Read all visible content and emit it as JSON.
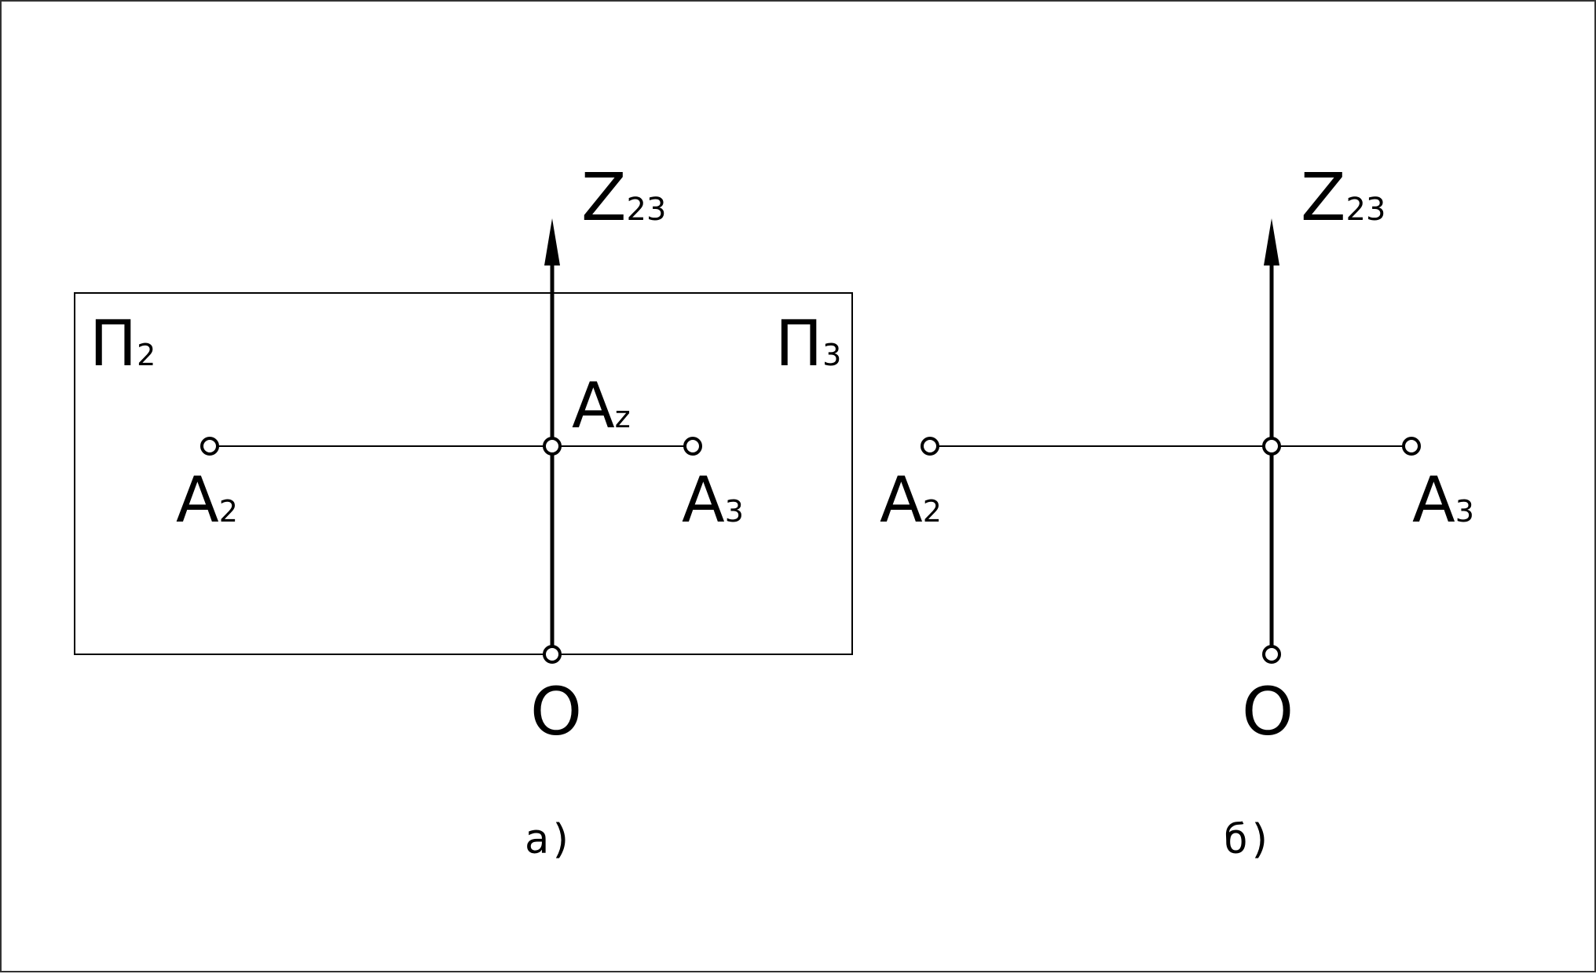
{
  "panel_a": {
    "plane_left": {
      "main": "Π",
      "sub": "2"
    },
    "plane_right": {
      "main": "Π",
      "sub": "3"
    },
    "axis": {
      "main": "Z",
      "sub": "23"
    },
    "origin": "O",
    "point_axis": {
      "main": "A",
      "sub": "z"
    },
    "point_left": {
      "main": "A",
      "sub": "2"
    },
    "point_right": {
      "main": "A",
      "sub": "3"
    },
    "caption": "а)"
  },
  "panel_b": {
    "axis": {
      "main": "Z",
      "sub": "23"
    },
    "origin": "O",
    "point_left": {
      "main": "A",
      "sub": "2"
    },
    "point_right": {
      "main": "A",
      "sub": "3"
    },
    "caption": "б)"
  }
}
